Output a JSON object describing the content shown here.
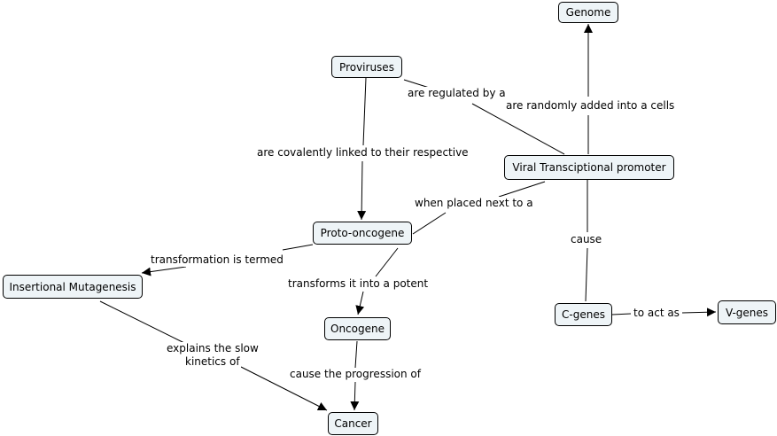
{
  "nodes": {
    "genome": "Genome",
    "proviruses": "Proviruses",
    "viral_promoter": "Viral Transciptional promoter",
    "proto_oncogene": "Proto-oncogene",
    "insertional_mutagenesis": "Insertional Mutagenesis",
    "oncogene": "Oncogene",
    "cancer": "Cancer",
    "c_genes": "C-genes",
    "v_genes": "V-genes"
  },
  "links": {
    "are_regulated_by": "are regulated by a",
    "randomly_added": "are randomly added into a cells",
    "covalently_linked": "are covalently linked to their respective",
    "placed_next_to": "when placed next to a",
    "cause": "cause",
    "transformation_termed": "transformation is termed",
    "transforms_into": "transforms it into a potent",
    "explains_line1": "explains the slow",
    "explains_line2": "kinetics of",
    "cause_progression": "cause the progression of",
    "to_act_as": "to act as"
  }
}
